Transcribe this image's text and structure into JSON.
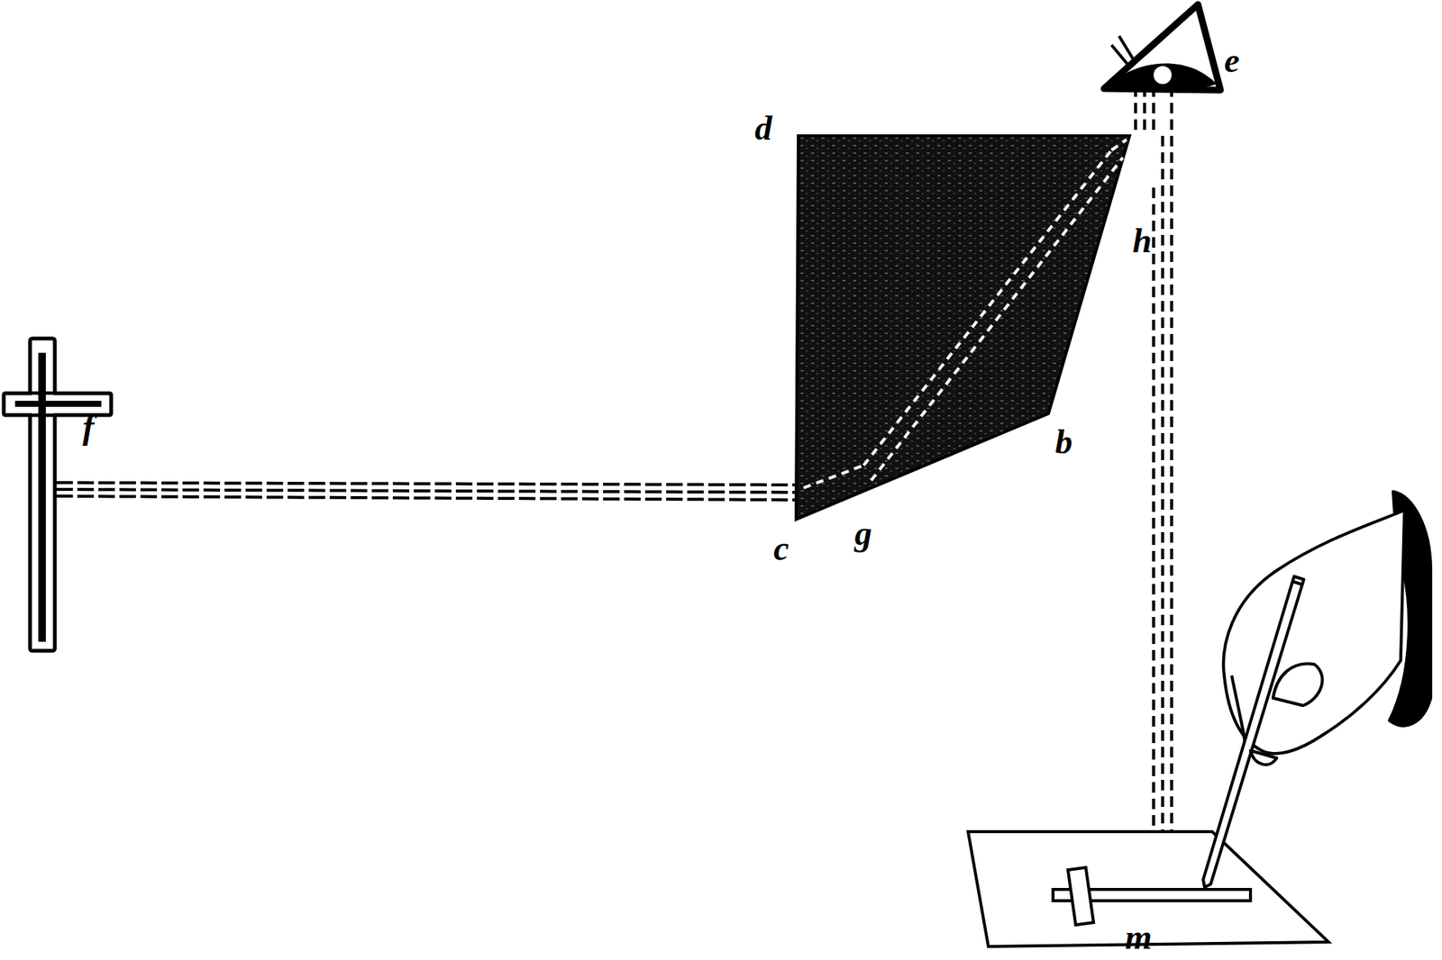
{
  "diagram": {
    "labels": [
      "d",
      "e",
      "f",
      "h",
      "b",
      "c",
      "g",
      "m"
    ]
  }
}
